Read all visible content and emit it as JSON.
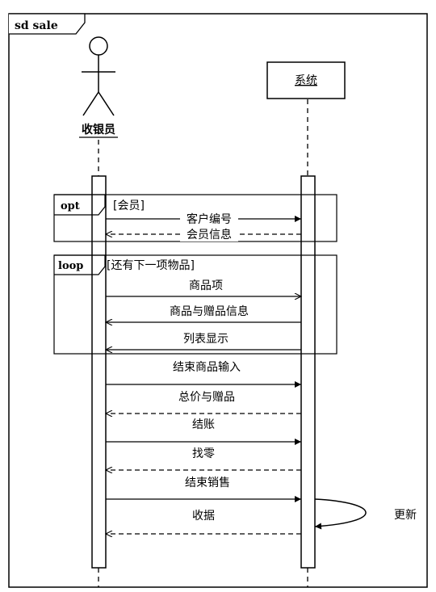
{
  "frame": {
    "title": "sd sale"
  },
  "actor": {
    "name": "收银员"
  },
  "system": {
    "name": "系统"
  },
  "fragments": {
    "opt": {
      "operator": "opt",
      "guard": "[会员]"
    },
    "loop": {
      "operator": "loop",
      "guard": "[还有下一项物品]"
    }
  },
  "messages": [
    {
      "label": "客户编号",
      "from": "actor",
      "to": "system",
      "kind": "sync"
    },
    {
      "label": "会员信息",
      "from": "system",
      "to": "actor",
      "kind": "reply"
    },
    {
      "label": "商品项",
      "from": "actor",
      "to": "system",
      "kind": "async"
    },
    {
      "label": "商品与赠品信息",
      "from": "system",
      "to": "actor",
      "kind": "async"
    },
    {
      "label": "列表显示",
      "from": "system",
      "to": "actor",
      "kind": "async"
    },
    {
      "label": "结束商品输入",
      "from": "actor",
      "to": "system",
      "kind": "sync"
    },
    {
      "label": "总价与赠品",
      "from": "system",
      "to": "actor",
      "kind": "reply"
    },
    {
      "label": "结账",
      "from": "actor",
      "to": "system",
      "kind": "sync"
    },
    {
      "label": "找零",
      "from": "system",
      "to": "actor",
      "kind": "reply"
    },
    {
      "label": "结束销售",
      "from": "actor",
      "to": "system",
      "kind": "sync"
    },
    {
      "label": "更新",
      "from": "system",
      "to": "system",
      "kind": "self"
    },
    {
      "label": "收据",
      "from": "system",
      "to": "actor",
      "kind": "reply"
    }
  ]
}
